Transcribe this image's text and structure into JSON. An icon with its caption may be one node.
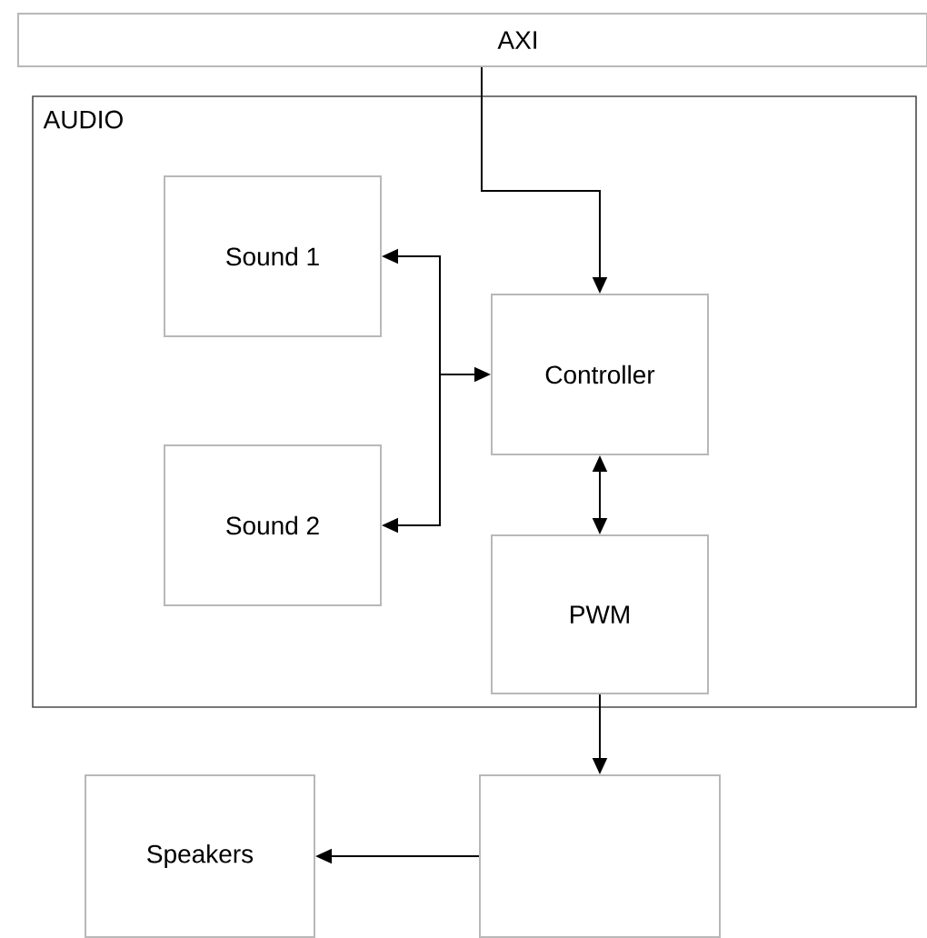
{
  "diagram": {
    "nodes": [
      {
        "text": [
          "AXI"
        ]
      },
      {
        "text": [
          "AUDIO"
        ]
      },
      {
        "text": [
          "Sound 1"
        ],
        "in": 1
      },
      {
        "text": [
          "Controller"
        ],
        "in": 1
      },
      {
        "text": [
          "Sound 2"
        ],
        "in": 1
      },
      {
        "text": [
          "PWM"
        ],
        "in": 1
      },
      {
        "text": [
          "Speakers"
        ]
      },
      {
        "text": [],
        "shape": "box"
      }
    ],
    "edges": [
      {
        "from": 0,
        "to": 3,
        "arrow": "to"
      },
      {
        "from": 3,
        "to": 2,
        "arrow": "both"
      },
      {
        "from": 3,
        "to": 4,
        "arrow": "both"
      },
      {
        "from": 3,
        "to": 5,
        "arrow": "both"
      },
      {
        "from": 5,
        "to": 7,
        "arrow": "to"
      },
      {
        "from": 7,
        "to": 6,
        "arrow": "to"
      }
    ]
  }
}
